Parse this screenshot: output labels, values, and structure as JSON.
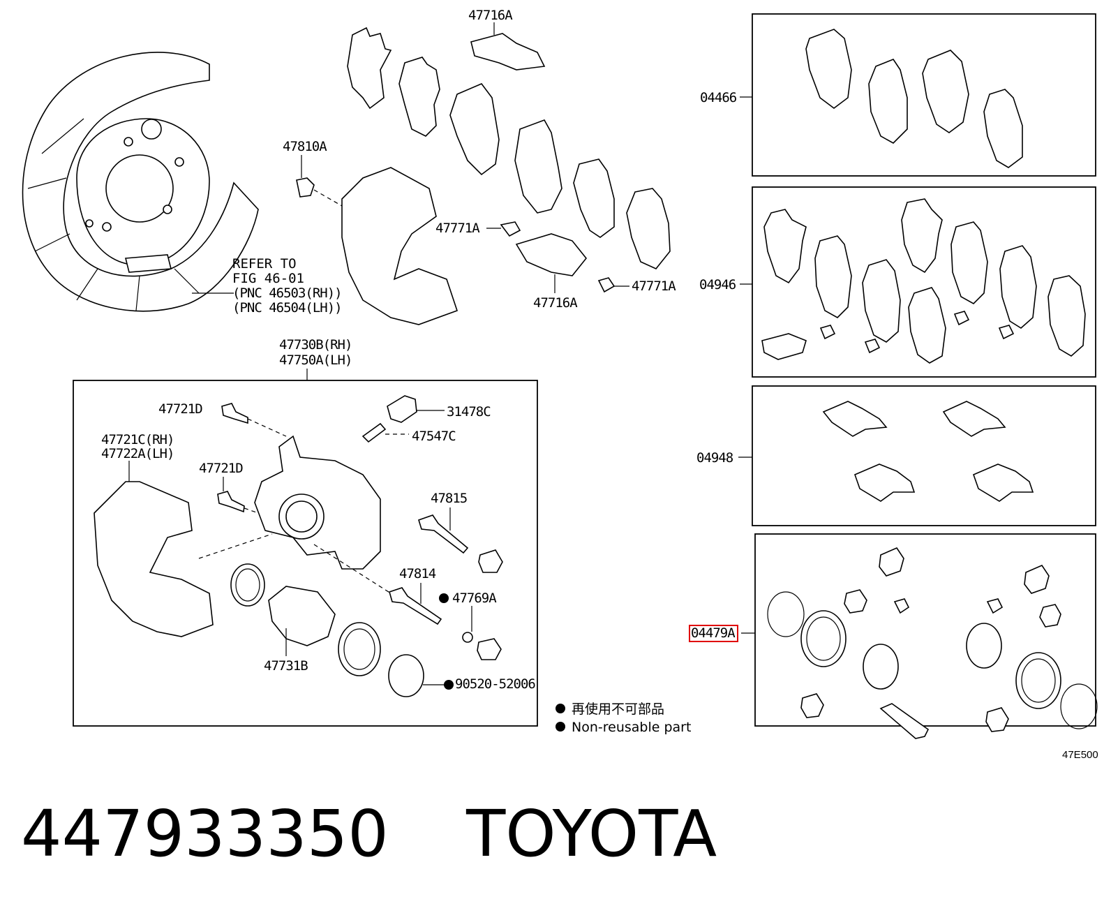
{
  "diagram": {
    "labels": {
      "pad_clip_top": "47716A",
      "bolt_47810a": "47810A",
      "clip_47771a_left": "47771A",
      "clip_47771a_right": "47771A",
      "clip_47716a_bottom": "47716A",
      "refer_line1": "REFER TO",
      "refer_line2": "FIG 46-01",
      "refer_line3": "(PNC 46503(RH))",
      "refer_line4": "(PNC 46504(LH))",
      "caliper_rh": "47730B(RH)",
      "caliper_lh": "47750A(LH)",
      "bolt_47721d_top": "47721D",
      "boot_31478c": "31478C",
      "bleeder_47547c": "47547C",
      "mount_rh": "47721C(RH)",
      "mount_lh": "47722A(LH)",
      "bolt_47721d_mid": "47721D",
      "pin_47815": "47815",
      "pin_47814": "47814",
      "boot_47769a": "47769A",
      "piston_47731b": "47731B",
      "ring_90520": "90520-52006",
      "kit_04466": "04466",
      "kit_04946": "04946",
      "kit_04948": "04948",
      "kit_04479a": "04479A"
    },
    "legend": {
      "japanese": "再使用不可部品",
      "english": "Non-reusable part"
    },
    "figure_code": "47E500"
  },
  "footer": {
    "part_number": "447933350",
    "brand": "TOYOTA"
  }
}
